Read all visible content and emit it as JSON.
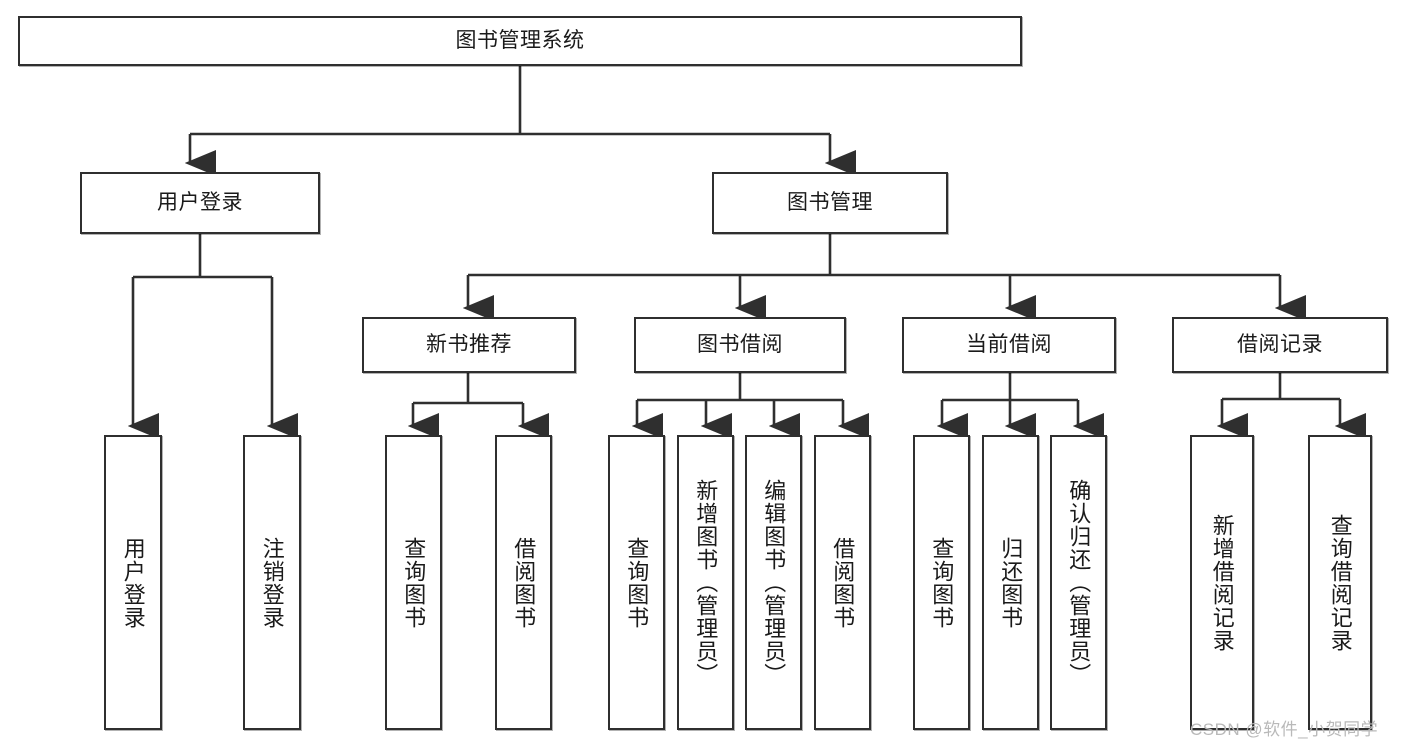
{
  "diagram": {
    "title": "图书管理系统",
    "type": "tree",
    "watermark": "CSDN @软件_小贺同学",
    "style": {
      "border_color": "#2f2f2f",
      "fill_color": "#ffffff",
      "text_color": "#1a1a1a",
      "line_color": "#2f2f2f",
      "watermark_color": "#b9b9b9"
    },
    "nodes": {
      "root": {
        "label": "图书管理系统",
        "level": 1,
        "orientation": "horizontal"
      },
      "l2": [
        {
          "id": "user-login",
          "label": "用户登录",
          "level": 2,
          "orientation": "horizontal"
        },
        {
          "id": "book-manage",
          "label": "图书管理",
          "level": 2,
          "orientation": "horizontal"
        }
      ],
      "l3": [
        {
          "id": "new-book-rec",
          "label": "新书推荐",
          "level": 3,
          "orientation": "horizontal",
          "parent": "book-manage"
        },
        {
          "id": "book-borrow",
          "label": "图书借阅",
          "level": 3,
          "orientation": "horizontal",
          "parent": "book-manage"
        },
        {
          "id": "current-borrow",
          "label": "当前借阅",
          "level": 3,
          "orientation": "horizontal",
          "parent": "book-manage"
        },
        {
          "id": "borrow-record",
          "label": "借阅记录",
          "level": 3,
          "orientation": "horizontal",
          "parent": "book-manage"
        }
      ],
      "leaves": [
        {
          "id": "leaf-user-login",
          "label": "用户登录",
          "parent": "user-login",
          "orientation": "vertical"
        },
        {
          "id": "leaf-user-logout",
          "label": "注销登录",
          "parent": "user-login",
          "orientation": "vertical"
        },
        {
          "id": "leaf-rec-query",
          "label": "查询图书",
          "parent": "new-book-rec",
          "orientation": "vertical"
        },
        {
          "id": "leaf-rec-borrow",
          "label": "借阅图书",
          "parent": "new-book-rec",
          "orientation": "vertical"
        },
        {
          "id": "leaf-borrow-query",
          "label": "查询图书",
          "parent": "book-borrow",
          "orientation": "vertical"
        },
        {
          "id": "leaf-borrow-add",
          "label": "新增图书（管理员）",
          "parent": "book-borrow",
          "orientation": "vertical"
        },
        {
          "id": "leaf-borrow-edit",
          "label": "编辑图书（管理员）",
          "parent": "book-borrow",
          "orientation": "vertical"
        },
        {
          "id": "leaf-borrow-lend",
          "label": "借阅图书",
          "parent": "book-borrow",
          "orientation": "vertical"
        },
        {
          "id": "leaf-cur-query",
          "label": "查询图书",
          "parent": "current-borrow",
          "orientation": "vertical"
        },
        {
          "id": "leaf-cur-return",
          "label": "归还图书",
          "parent": "current-borrow",
          "orientation": "vertical"
        },
        {
          "id": "leaf-cur-confirm",
          "label": "确认归还（管理员）",
          "parent": "current-borrow",
          "orientation": "vertical"
        },
        {
          "id": "leaf-rec-add",
          "label": "新增借阅记录",
          "parent": "borrow-record",
          "orientation": "vertical"
        },
        {
          "id": "leaf-rec-query2",
          "label": "查询借阅记录",
          "parent": "borrow-record",
          "orientation": "vertical"
        }
      ]
    }
  }
}
